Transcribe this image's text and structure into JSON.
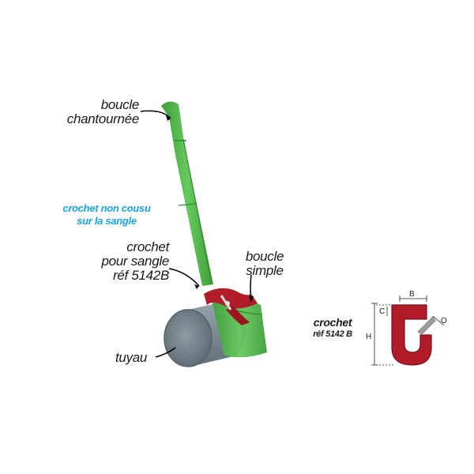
{
  "labels": {
    "boucle_chantournee": [
      "boucle",
      "chantournée"
    ],
    "crochet_non_cousu": [
      "crochet non cousu",
      "sur la sangle"
    ],
    "crochet_pour_sangle": [
      "crochet",
      "pour sangle",
      "réf 5142B"
    ],
    "boucle_simple": [
      "boucle",
      "simple"
    ],
    "tuyau": "tuyau",
    "crochet_ref": [
      "crochet",
      "réf 5142 B"
    ]
  },
  "dimensions": {
    "b": "B",
    "c": "C",
    "h": "H",
    "o": "O"
  },
  "colors": {
    "strap_green": "#4cb848",
    "strap_dark": "#2f8a2c",
    "hook_red": "#b01c28",
    "pipe_grey": "#7f8f99",
    "label_blue": "#1aa3e6"
  }
}
